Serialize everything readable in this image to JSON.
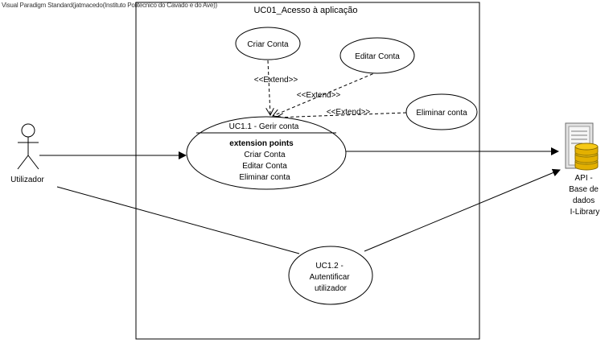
{
  "watermark": "Visual Paradigm Standard(jatmacedo(Instituto Politecnico do Cavado e do Ave))",
  "system": {
    "title": "UC01_Acesso à aplicação"
  },
  "actors": {
    "user": {
      "label": "Utilizador"
    },
    "api": {
      "lines": [
        "API -",
        "Base de",
        "dados",
        "I-Library"
      ]
    }
  },
  "use_cases": {
    "criar": "Criar Conta",
    "editar": "Editar Conta",
    "eliminar": "Eliminar conta",
    "gerir": {
      "name": "UC1.1 - Gerir conta",
      "ext_header": "extension points",
      "ext_points": [
        "Criar Conta",
        "Editar Conta",
        "Eliminar conta"
      ]
    },
    "auth": {
      "lines": [
        "UC1.2 -",
        "Autentificar",
        "utilizador"
      ]
    }
  },
  "relations": {
    "extend_label": "<<Extend>>"
  },
  "icons": {
    "user": "stick-figure-icon",
    "api": "server-database-icon"
  }
}
